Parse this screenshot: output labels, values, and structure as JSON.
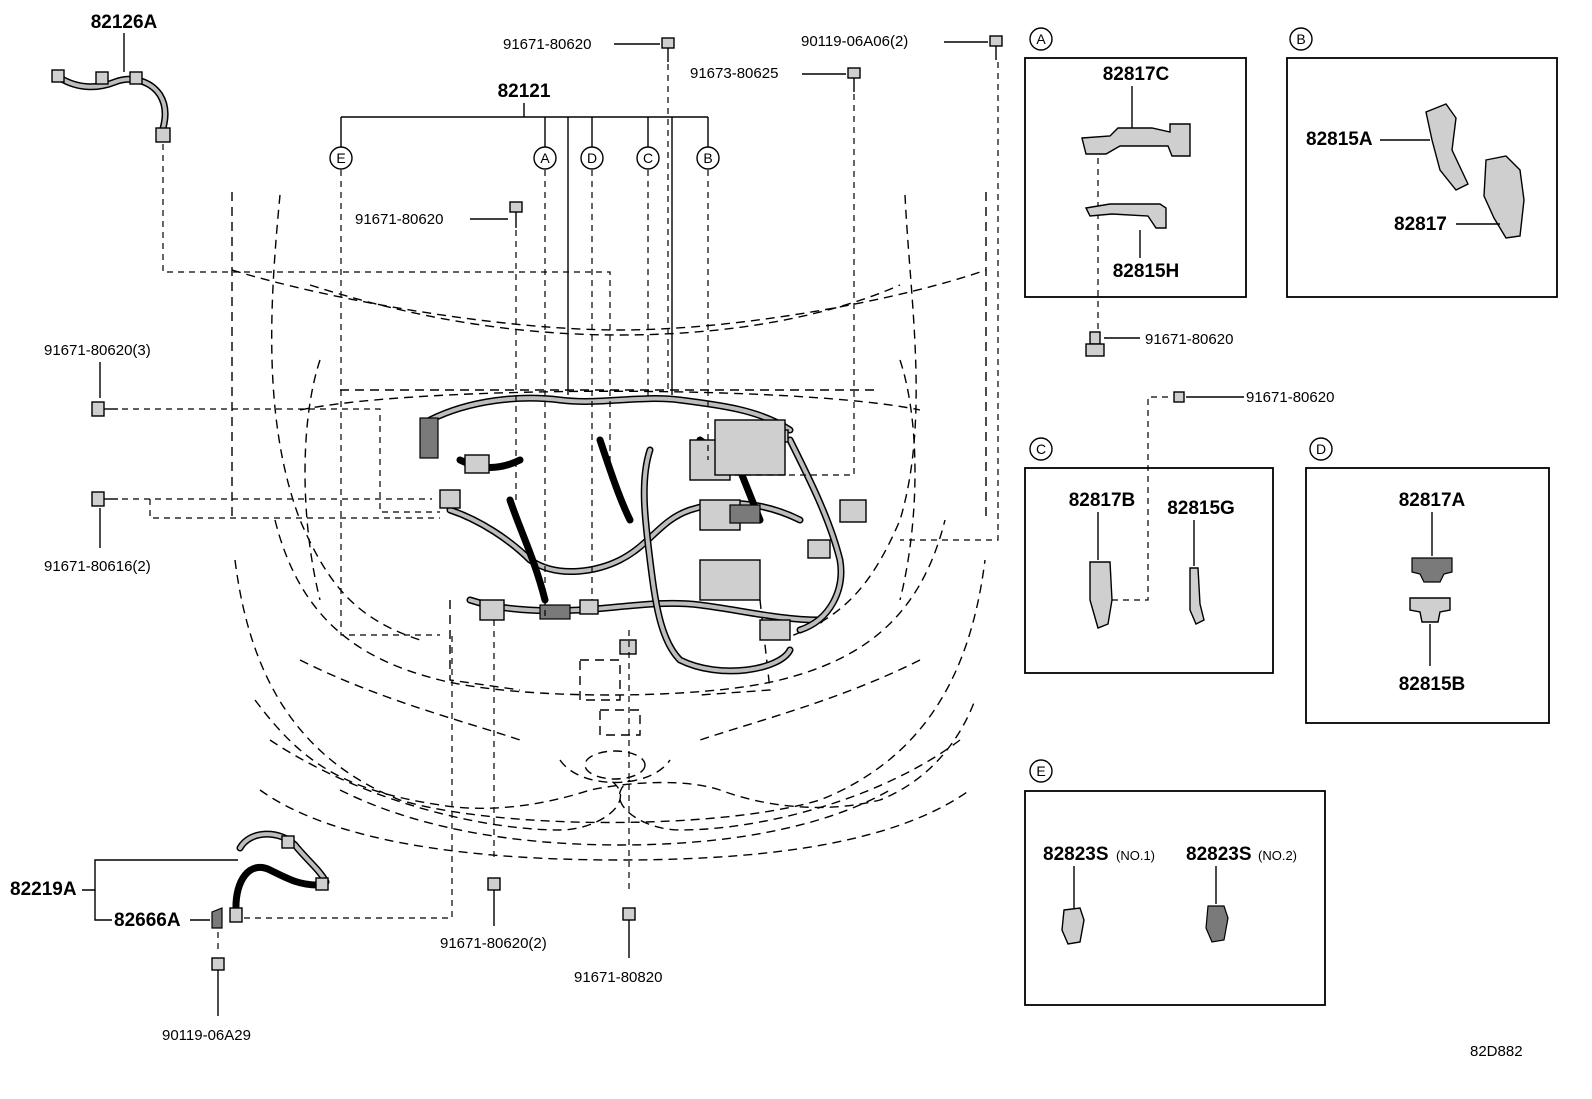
{
  "labels": {
    "p82126A": "82126A",
    "p82121": "82121",
    "b91671_80620_top": "91671-80620",
    "b90119_06A06": "90119-06A06(2)",
    "b91673_80625": "91673-80625",
    "b91671_80620_mid": "91671-80620",
    "b91671_80620_3": "91671-80620(3)",
    "b91671_80616_2": "91671-80616(2)",
    "p82219A": "82219A",
    "p82666A": "82666A",
    "b90119_06A29": "90119-06A29",
    "b91671_80620_2": "91671-80620(2)",
    "b91671_80820": "91671-80820",
    "p82817C": "82817C",
    "p82815H": "82815H",
    "b91671_80620_A": "91671-80620",
    "p82815A": "82815A",
    "p82817": "82817",
    "b91671_80620_C": "91671-80620",
    "p82817B": "82817B",
    "p82815G": "82815G",
    "p82817A": "82817A",
    "p82815B": "82815B",
    "p82823S_1": "82823S",
    "p82823S_1_note": "(NO.1)",
    "p82823S_2": "82823S",
    "p82823S_2_note": "(NO.2)",
    "code": "82D882"
  },
  "callouts": [
    "A",
    "B",
    "C",
    "D",
    "E"
  ],
  "panels": {
    "A": "A",
    "B": "B",
    "C": "C",
    "D": "D",
    "E": "E"
  }
}
